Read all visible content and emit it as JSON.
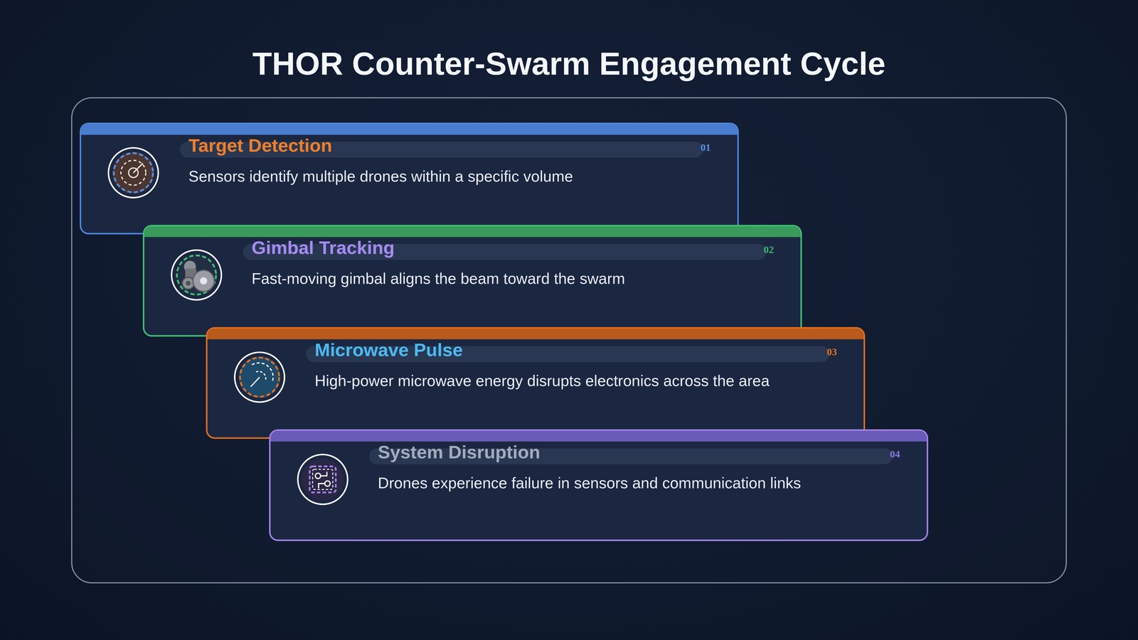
{
  "diagram": {
    "title": "THOR Counter-Swarm Engagement Cycle",
    "nodes": [
      {
        "text": [
          "Target Detection",
          "Sensors identify multiple drones within a specific volume"
        ]
      },
      {
        "text": [
          "Gimbal Tracking",
          "Fast-moving gimbal aligns the beam toward the swarm"
        ]
      },
      {
        "text": [
          "Microwave Pulse",
          "High-power microwave energy disrupts electronics across the area"
        ]
      },
      {
        "text": [
          "System Disruption",
          "Drones experience failure in sensors and communication links"
        ]
      }
    ],
    "labels": [
      "01",
      "02",
      "03",
      "04"
    ]
  }
}
